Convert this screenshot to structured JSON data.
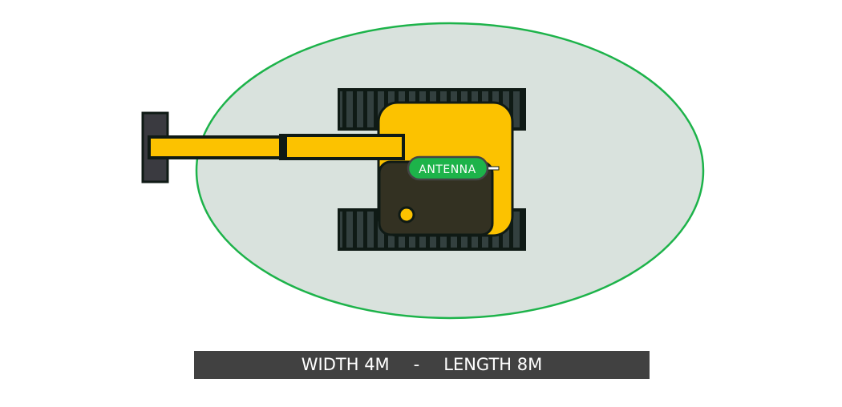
{
  "diagram": {
    "antenna_label": "ANTENNA",
    "colors": {
      "zone_fill": "#d9e2dd",
      "zone_stroke": "#1db34a",
      "machine_yellow": "#fcc200",
      "cab_dark": "#333122",
      "tracks": "#33403f",
      "bucket": "#3a3a40",
      "antenna_badge": "#1db34a"
    }
  },
  "dimensions": {
    "width": "WIDTH 4M",
    "separator": "-",
    "length": "LENGTH 8M"
  }
}
